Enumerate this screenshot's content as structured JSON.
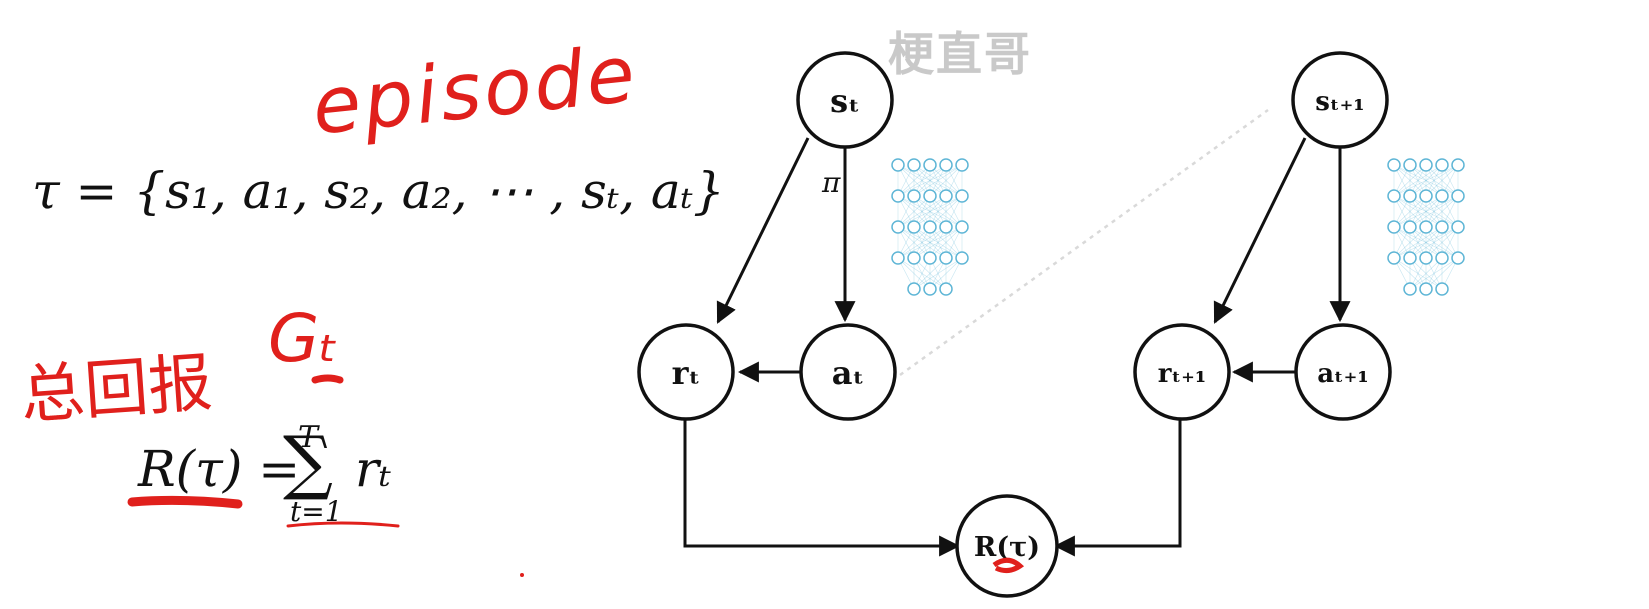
{
  "watermark": "梗直哥",
  "formulas": {
    "trajectory": "τ = {s₁, a₁, s₂, a₂, ⋯ , sₜ, aₜ}",
    "return_lhs": "R(τ) = ",
    "sum_upper": "T",
    "sum_lower": "t=1",
    "sum_sign": "∑",
    "sum_body": "rₜ"
  },
  "handwriting": {
    "episode": "episode",
    "gt": "Gₜ",
    "total_return": "总回报"
  },
  "diagram": {
    "policy_label": "π",
    "nodes": {
      "s_t": "sₜ",
      "a_t": "aₜ",
      "r_t": "rₜ",
      "s_t1": "sₜ₊₁",
      "a_t1": "aₜ₊₁",
      "r_t1": "rₜ₊₁",
      "R": "R(τ)"
    }
  },
  "colors": {
    "ink": "#111111",
    "handwriting": "#e0201c",
    "watermark": "#c9c9c9",
    "network": "#5fb6d6"
  }
}
